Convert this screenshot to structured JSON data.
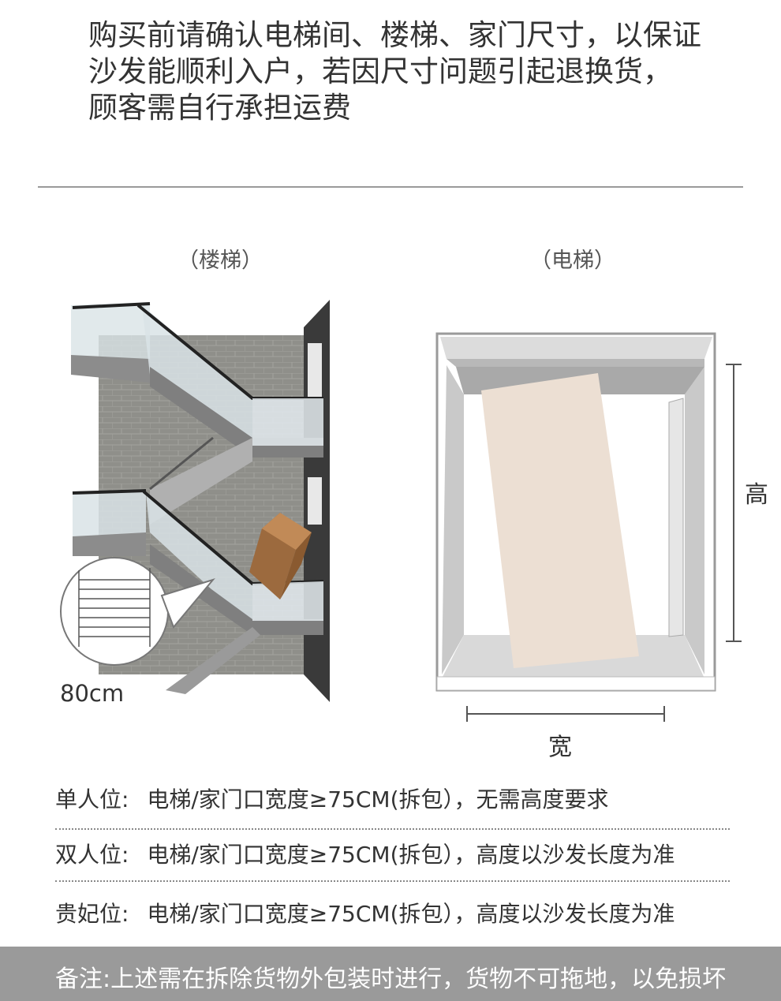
{
  "notice": {
    "lines": [
      "购买前请确认电梯间、楼梯、家门尺寸，以保证",
      "沙发能顺利入户，若因尺寸问题引起退换货，",
      "顾客需自行承担运费"
    ]
  },
  "diagrams": {
    "stairs_caption": "（楼梯）",
    "elevator_caption": "（电梯）",
    "stairs_width_label": "80cm",
    "elevator_height_label": "高",
    "elevator_width_label": "宽"
  },
  "requirements": [
    {
      "label": "单人位:",
      "text": "电梯/家门口宽度≥75CM(拆包），无需高度要求"
    },
    {
      "label": "双人位:",
      "text": "电梯/家门口宽度≥75CM(拆包），高度以沙发长度为准"
    },
    {
      "label": "贵妃位:",
      "text": "电梯/家门口宽度≥75CM(拆包），高度以沙发长度为准"
    }
  ],
  "footer": {
    "note": "备注:上述需在拆除货物外包装时进行，货物不可拖地，以免损坏"
  },
  "colors": {
    "divider": "#9a9a9a",
    "footer_bg": "#9a9a9a",
    "box_brown": "#9c6a3e",
    "sofa_beige": "#ecdfd3",
    "wall_gray": "#8f8f8a"
  }
}
